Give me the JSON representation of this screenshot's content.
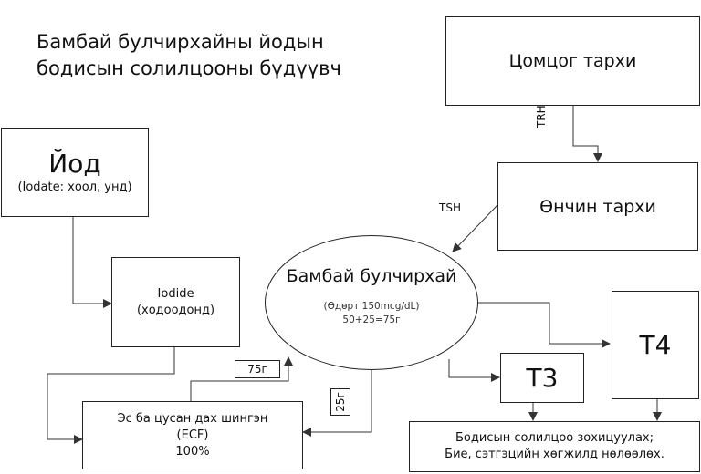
{
  "title": {
    "line1": "Бамбай булчирхайны йодын",
    "line2": "бодисын солилцооны бүдүүвч"
  },
  "nodes": {
    "hypothalamus": "Цомцог тархи",
    "pituitary": "Өнчин тархи",
    "iodine": {
      "label": "Йод",
      "note": "(Iodate: хоол, унд)"
    },
    "iodide": {
      "label": "Iodide",
      "note": "(ходоодонд)"
    },
    "thyroid": {
      "label": "Бамбай булчирхай",
      "note": "(Өдөрт 150mcg/dL)",
      "calc": "50+25=75г"
    },
    "ecf": {
      "label": "Эс ба цусан дах шингэн",
      "abbr": "(ECF)",
      "percent": "100%"
    },
    "t3": "T3",
    "t4": "T4",
    "effect": {
      "line1": "Бодисын солилцоо зохицуулах;",
      "line2": "Бие, сэтгэцийн хөгжилд нөлөөлөх."
    }
  },
  "edges": {
    "trh": "TRH",
    "tsh": "TSH",
    "to_thyroid": "75г",
    "from_thyroid": "25г"
  }
}
